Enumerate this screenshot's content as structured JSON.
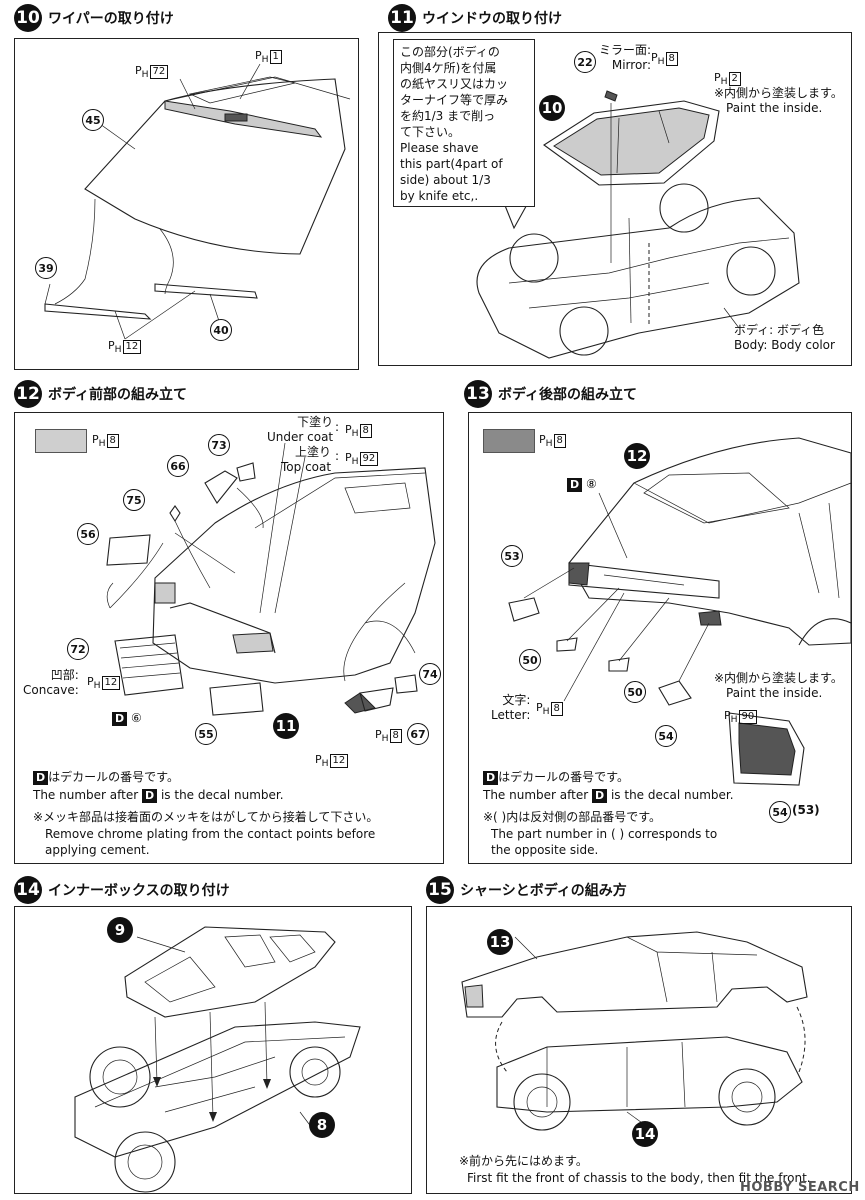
{
  "colors": {
    "ph8": "#cfcfcf",
    "ph_body": "#8a8a8a",
    "ph90": "#777777"
  },
  "steps": [
    {
      "num": "10",
      "title": "ワイパーの取り付け"
    },
    {
      "num": "11",
      "title": "ウインドウの取り付け"
    },
    {
      "num": "12",
      "title": "ボディ前部の組み立て"
    },
    {
      "num": "13",
      "title": "ボディ後部の組み立て"
    },
    {
      "num": "14",
      "title": "インナーボックスの取り付け"
    },
    {
      "num": "15",
      "title": "シャーシとボディの組み方"
    }
  ],
  "ph_prefix": "P",
  "ph_sub": "H",
  "s10": {
    "parts": [
      "45",
      "39",
      "40"
    ],
    "ph": [
      "1",
      "72",
      "12"
    ]
  },
  "s11": {
    "bubble_jp": [
      "この部分(ボディの",
      "内側4ケ所)を付属",
      "の紙ヤスリ又はカッ",
      "ターナイフ等で厚み",
      "を約1/3 まで削っ",
      "て下さい。"
    ],
    "bubble_en": [
      "Please shave",
      "this part(4part of",
      "side) about 1/3",
      "by knife etc,."
    ],
    "mirror_jp": "ミラー面:",
    "mirror_en": "Mirror:",
    "ph_mirror": "8",
    "ph_window": "2",
    "inside_jp": "※内側から塗装します。",
    "inside_en": "Paint the inside.",
    "body_jp": "ボディ: ボディ色",
    "body_en": "Body: Body color",
    "parts": [
      "22",
      "10"
    ]
  },
  "s12": {
    "swatch_ph": "8",
    "under_jp": "下塗り",
    "under_en": "Under coat",
    "ph_under": "8",
    "top_jp": "上塗り",
    "top_en": "Top coat",
    "ph_top": "92",
    "concave_jp": "凹部:",
    "concave_en": "Concave:",
    "ph_concave": "12",
    "ph_mirror": "8",
    "ph_mirror2": "12",
    "decal": "D",
    "decal_num": "⑥",
    "parts": [
      "73",
      "66",
      "75",
      "56",
      "72",
      "55",
      "74",
      "67"
    ],
    "assembly": "11",
    "note1_jp": "はデカールの番号です。",
    "note1_en_a": "The number after",
    "note1_en_b": "is the decal number.",
    "note2_jp": "※メッキ部品は接着面のメッキをはがしてから接着して下さい。",
    "note2_en1": "Remove chrome plating from the contact points before",
    "note2_en2": "applying cement."
  },
  "s13": {
    "swatch_ph": "8",
    "decal": "D",
    "decal_num": "⑧",
    "assembly": "12",
    "parts": [
      "53",
      "50",
      "50",
      "54"
    ],
    "letter_jp": "文字:",
    "letter_en": "Letter:",
    "ph_letter": "8",
    "inside_jp": "※内側から塗装します。",
    "inside_en": "Paint the inside.",
    "ph90": "90",
    "part54": "54",
    "part53": "(53)",
    "note1_jp": "はデカールの番号です。",
    "note1_en_a": "The number after",
    "note1_en_b": "is the decal number.",
    "note2_jp": "※(  )内は反対側の部品番号です。",
    "note2_en1": "The part number in (    ) corresponds to",
    "note2_en2": "the opposite side."
  },
  "s14": {
    "parts": [
      "9",
      "8"
    ]
  },
  "s15": {
    "parts": [
      "13",
      "14"
    ],
    "note_jp": "※前から先にはめます。",
    "note_en": "First fit the front of chassis to the body, then fit the front."
  },
  "watermark": "HOBBY SEARCH"
}
